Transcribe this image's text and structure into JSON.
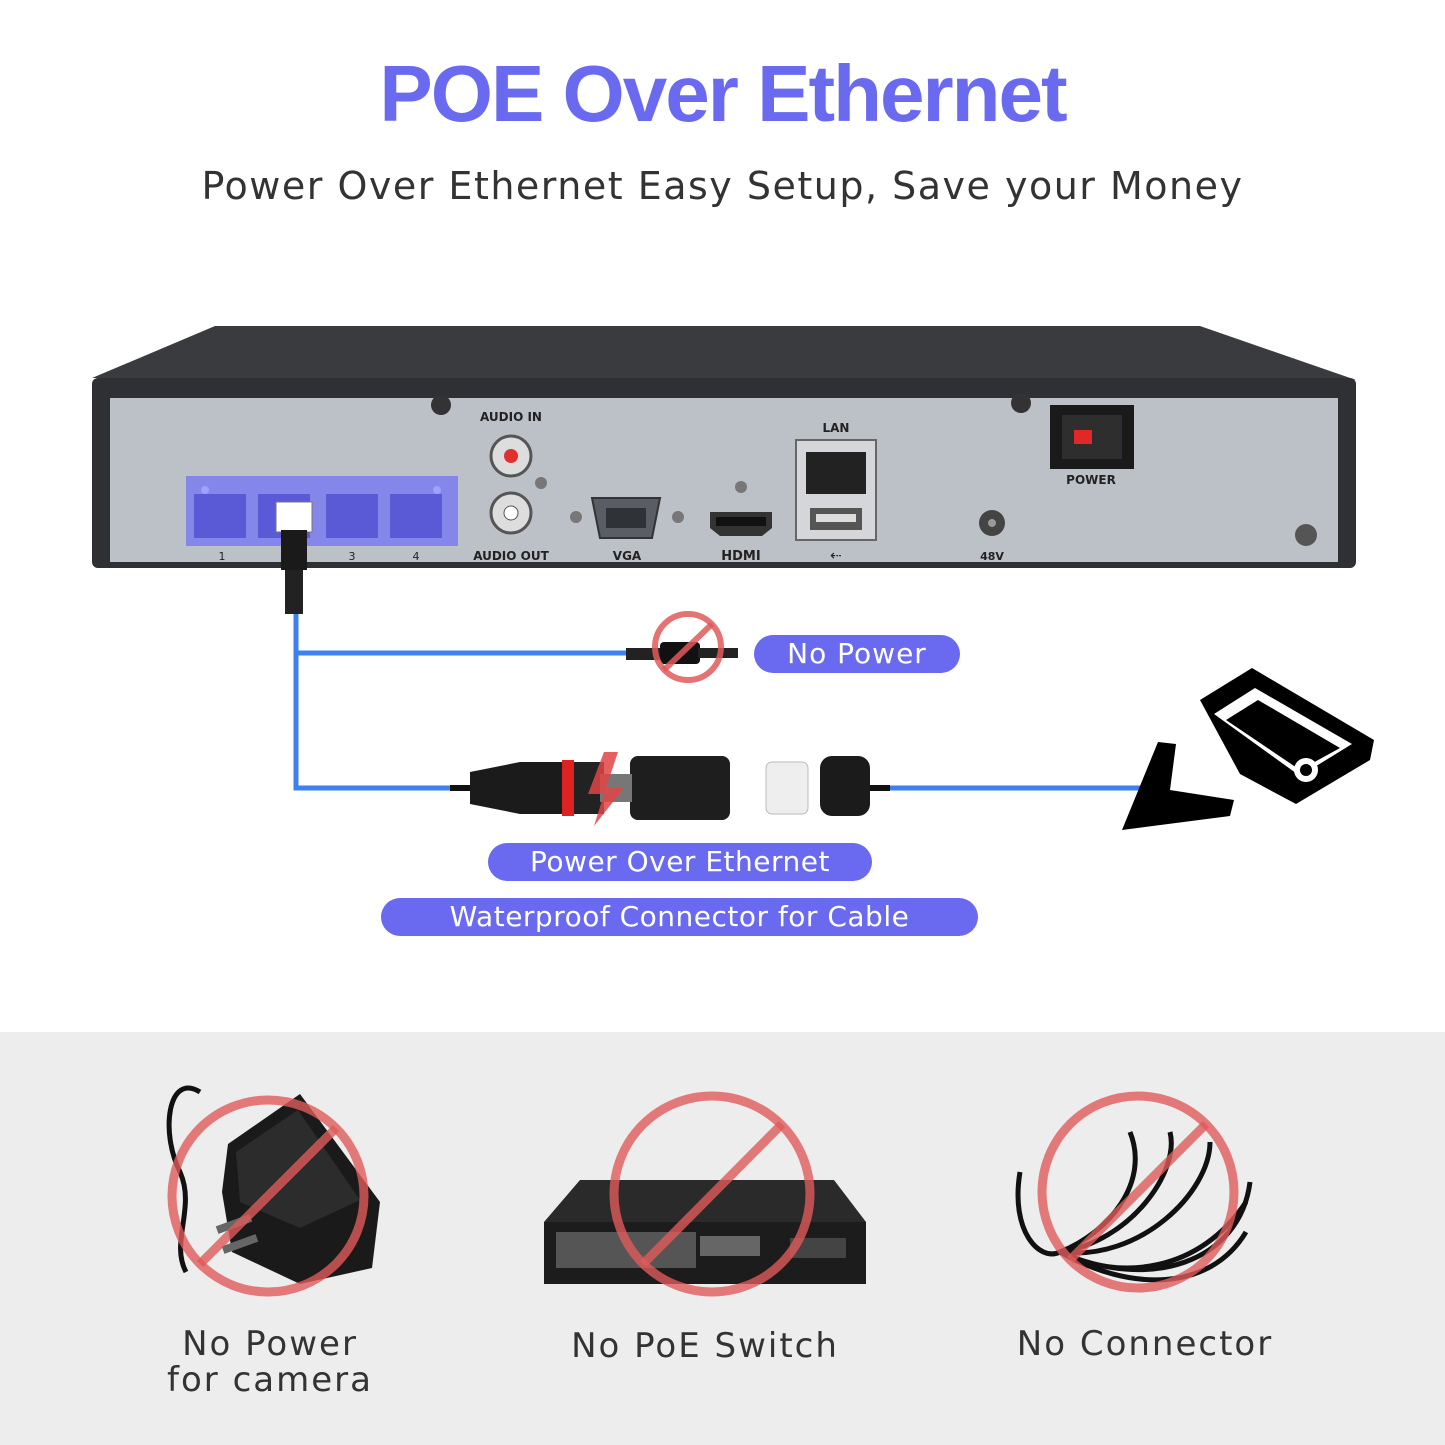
{
  "header": {
    "title": "POE Over Ethernet",
    "subtitle": "Power Over Ethernet Easy Setup, Save your Money"
  },
  "nvr_panel": {
    "audio_in": "AUDIO IN",
    "audio_out": "AUDIO OUT",
    "vga": "VGA",
    "hdmi": "HDMI",
    "lan": "LAN",
    "power": "POWER",
    "dc_in": "48V",
    "port_labels": [
      "1",
      "3",
      "4"
    ]
  },
  "callouts": {
    "no_power": "No Power",
    "poe": "Power Over Ethernet",
    "waterproof": "Waterproof Connector for Cable"
  },
  "bottom": {
    "item1_line1": "No Power",
    "item1_line2": "for camera",
    "item2": "No PoE Switch",
    "item3": "No Connector"
  },
  "colors": {
    "accent": "#6a6af0",
    "cable": "#3b82f0",
    "prohibit": "#e05a5a"
  }
}
